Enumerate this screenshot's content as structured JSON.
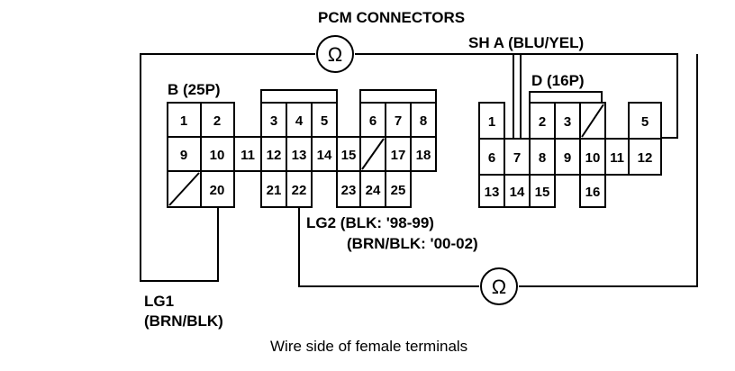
{
  "title": "PCM CONNECTORS",
  "shield_label": "SH A (BLU/YEL)",
  "ohm_symbol": "Ω",
  "connector_b": {
    "label": "B (25P)",
    "pins": [
      "1",
      "2",
      "3",
      "4",
      "5",
      "6",
      "7",
      "8",
      "9",
      "10",
      "11",
      "12",
      "13",
      "14",
      "15",
      "17",
      "18",
      "20",
      "21",
      "22",
      "23",
      "24",
      "25"
    ]
  },
  "connector_d": {
    "label": "D (16P)",
    "pins": [
      "1",
      "2",
      "3",
      "5",
      "6",
      "7",
      "8",
      "9",
      "10",
      "11",
      "12",
      "13",
      "14",
      "15",
      "16"
    ]
  },
  "lg2_label": {
    "line1": "LG2 (BLK: '98-99)",
    "line2": "(BRN/BLK: '00-02)"
  },
  "lg1_label": {
    "line1": "LG1",
    "line2": "(BRN/BLK)"
  },
  "caption": "Wire side of female terminals"
}
